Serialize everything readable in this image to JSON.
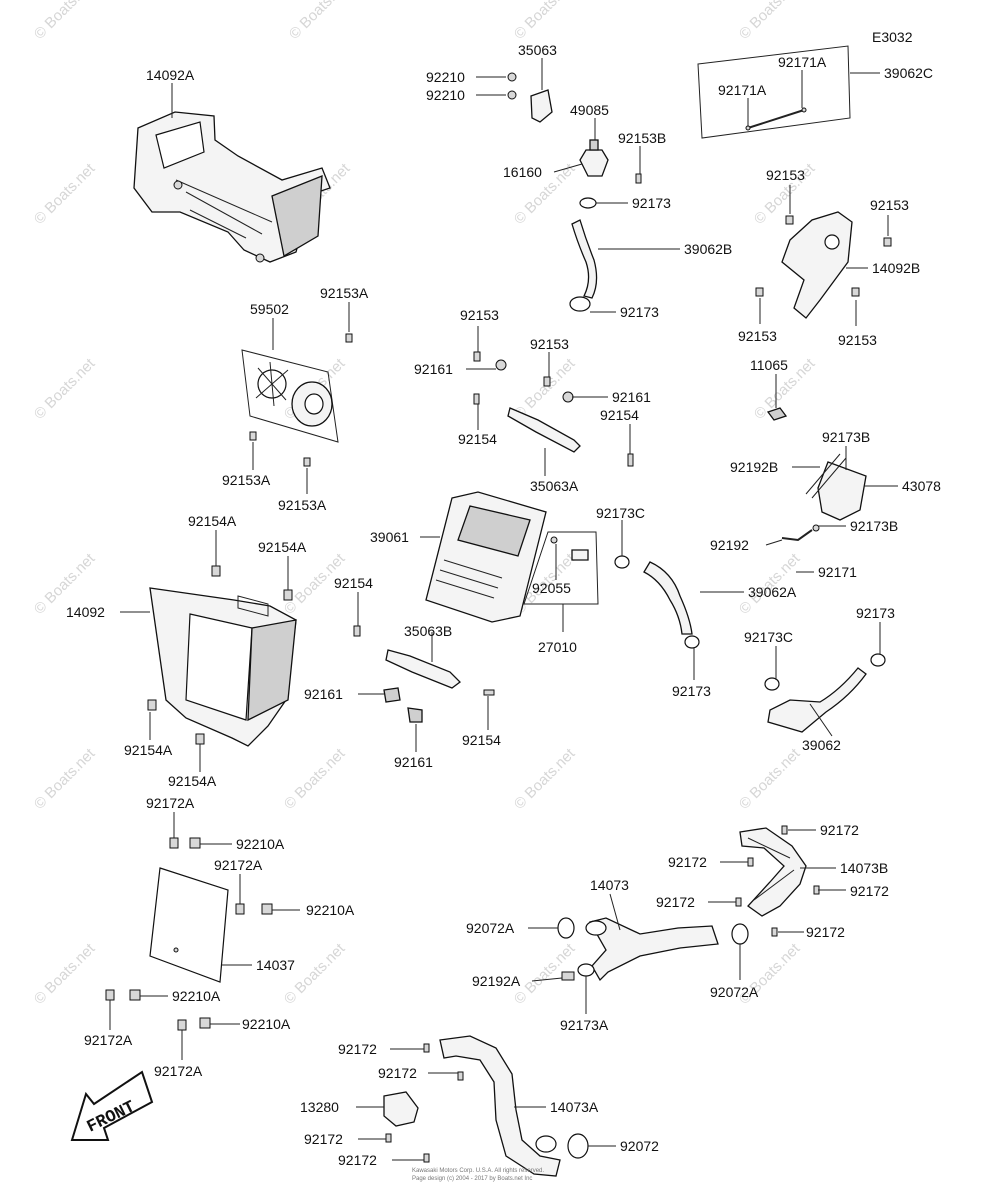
{
  "diagram_code": "E3032",
  "watermark": "© Boats.net",
  "front_label": "FRONT",
  "footer_lines": [
    "Kawasaki Motors Corp. U.S.A. All rights reserved.",
    "Page design (c) 2004 - 2017 by Boats.net Inc"
  ],
  "labels": [
    {
      "id": "p14092a",
      "text": "14092A"
    },
    {
      "id": "p92210_1",
      "text": "92210"
    },
    {
      "id": "p92210_2",
      "text": "92210"
    },
    {
      "id": "p35063",
      "text": "35063"
    },
    {
      "id": "p49085",
      "text": "49085"
    },
    {
      "id": "p92153b",
      "text": "92153B"
    },
    {
      "id": "p16160",
      "text": "16160"
    },
    {
      "id": "p92173_1",
      "text": "92173"
    },
    {
      "id": "p39062b",
      "text": "39062B"
    },
    {
      "id": "p92173_2",
      "text": "92173"
    },
    {
      "id": "p92171a_1",
      "text": "92171A"
    },
    {
      "id": "p92171a_2",
      "text": "92171A"
    },
    {
      "id": "p39062c",
      "text": "39062C"
    },
    {
      "id": "p92153_1",
      "text": "92153"
    },
    {
      "id": "p92153_2",
      "text": "92153"
    },
    {
      "id": "p14092b",
      "text": "14092B"
    },
    {
      "id": "p92153_3",
      "text": "92153"
    },
    {
      "id": "p92153_4",
      "text": "92153"
    },
    {
      "id": "p59502",
      "text": "59502"
    },
    {
      "id": "p92153a_1",
      "text": "92153A"
    },
    {
      "id": "p92153a_2",
      "text": "92153A"
    },
    {
      "id": "p92153a_3",
      "text": "92153A"
    },
    {
      "id": "p92153_5",
      "text": "92153"
    },
    {
      "id": "p92161_1",
      "text": "92161"
    },
    {
      "id": "p92153_6",
      "text": "92153"
    },
    {
      "id": "p92161_2",
      "text": "92161"
    },
    {
      "id": "p92154_1",
      "text": "92154"
    },
    {
      "id": "p92154_2",
      "text": "92154"
    },
    {
      "id": "p35063a",
      "text": "35063A"
    },
    {
      "id": "p11065",
      "text": "11065"
    },
    {
      "id": "p92173b_1",
      "text": "92173B"
    },
    {
      "id": "p92192b",
      "text": "92192B"
    },
    {
      "id": "p43078",
      "text": "43078"
    },
    {
      "id": "p92173b_2",
      "text": "92173B"
    },
    {
      "id": "p92192",
      "text": "92192"
    },
    {
      "id": "p92171",
      "text": "92171"
    },
    {
      "id": "p92154a_1",
      "text": "92154A"
    },
    {
      "id": "p92154a_2",
      "text": "92154A"
    },
    {
      "id": "p14092",
      "text": "14092"
    },
    {
      "id": "p39061",
      "text": "39061"
    },
    {
      "id": "p92154_3",
      "text": "92154"
    },
    {
      "id": "p92055",
      "text": "92055"
    },
    {
      "id": "p27010",
      "text": "27010"
    },
    {
      "id": "p92173c_1",
      "text": "92173C"
    },
    {
      "id": "p39062a",
      "text": "39062A"
    },
    {
      "id": "p35063b",
      "text": "35063B"
    },
    {
      "id": "p92161_3",
      "text": "92161"
    },
    {
      "id": "p92161_4",
      "text": "92161"
    },
    {
      "id": "p92154_4",
      "text": "92154"
    },
    {
      "id": "p92173_3",
      "text": "92173"
    },
    {
      "id": "p92173c_2",
      "text": "92173C"
    },
    {
      "id": "p92173_4",
      "text": "92173"
    },
    {
      "id": "p39062",
      "text": "39062"
    },
    {
      "id": "p92154a_3",
      "text": "92154A"
    },
    {
      "id": "p92154a_4",
      "text": "92154A"
    },
    {
      "id": "p92172a_1",
      "text": "92172A"
    },
    {
      "id": "p92210a_1",
      "text": "92210A"
    },
    {
      "id": "p92172a_2",
      "text": "92172A"
    },
    {
      "id": "p92210a_2",
      "text": "92210A"
    },
    {
      "id": "p14037",
      "text": "14037"
    },
    {
      "id": "p92210a_3",
      "text": "92210A"
    },
    {
      "id": "p92172a_3",
      "text": "92172A"
    },
    {
      "id": "p92210a_4",
      "text": "92210A"
    },
    {
      "id": "p92172a_4",
      "text": "92172A"
    },
    {
      "id": "p92172_1",
      "text": "92172"
    },
    {
      "id": "p92172_2",
      "text": "92172"
    },
    {
      "id": "p14073b",
      "text": "14073B"
    },
    {
      "id": "p92172_3",
      "text": "92172"
    },
    {
      "id": "p92172_4",
      "text": "92172"
    },
    {
      "id": "p92172_5",
      "text": "92172"
    },
    {
      "id": "p14073",
      "text": "14073"
    },
    {
      "id": "p92072a_1",
      "text": "92072A"
    },
    {
      "id": "p92192a",
      "text": "92192A"
    },
    {
      "id": "p92173a",
      "text": "92173A"
    },
    {
      "id": "p92072a_2",
      "text": "92072A"
    },
    {
      "id": "p92172_6",
      "text": "92172"
    },
    {
      "id": "p92172_7",
      "text": "92172"
    },
    {
      "id": "p13280",
      "text": "13280"
    },
    {
      "id": "p14073a",
      "text": "14073A"
    },
    {
      "id": "p92172_8",
      "text": "92172"
    },
    {
      "id": "p92072",
      "text": "92072"
    },
    {
      "id": "p92172_9",
      "text": "92172"
    }
  ]
}
